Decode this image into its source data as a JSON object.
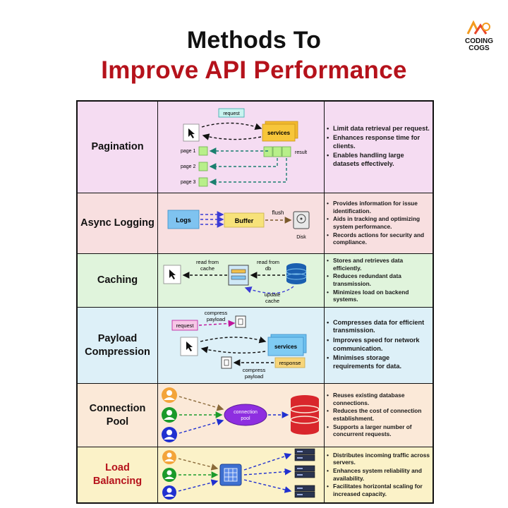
{
  "header": {
    "title_line1": "Methods To",
    "title_line2": "Improve API Performance",
    "brand_line1": "CODING",
    "brand_line2": "COGS"
  },
  "colors": {
    "title_accent": "#b5121b",
    "pagination_bg": "#f5dcf2",
    "async_logging_bg": "#f8dfe0",
    "caching_bg": "#e0f4dc",
    "payload_bg": "#ddf0f8",
    "connection_pool_bg": "#fbe9d8",
    "load_balancing_bg": "#fbf2c8"
  },
  "rows": [
    {
      "name": "Pagination",
      "bullets": [
        "Limit data retrieval per request.",
        "Enhances response time for clients.",
        "Enables handling large datasets effectively."
      ],
      "diagram": {
        "request": "request",
        "services": "services",
        "result": "result",
        "pages": [
          "page 1",
          "page 2",
          "page 3"
        ]
      }
    },
    {
      "name": "Async Logging",
      "bullets": [
        "Provides information for issue identification.",
        "Aids in tracking and optimizing system performance.",
        "Records actions for security and compliance."
      ],
      "diagram": {
        "logs": "Logs",
        "buffer": "Buffer",
        "flush": "flush",
        "disk": "Disk"
      }
    },
    {
      "name": "Caching",
      "bullets": [
        "Stores and retrieves data efficiently.",
        "Reduces redundant data transmission.",
        "Minimizes load on backend systems."
      ],
      "diagram": {
        "read_cache_1": "read from",
        "read_cache_2": "cache",
        "read_db_1": "read from",
        "read_db_2": "db",
        "update_1": "update",
        "update_2": "cache"
      }
    },
    {
      "name": "Payload Compression",
      "bullets": [
        "Compresses data for efficient transmission.",
        "Improves speed for network communication.",
        "Minimises storage requirements for data."
      ],
      "diagram": {
        "request": "request",
        "compress_top_1": "compress",
        "compress_top_2": "payload",
        "services": "services",
        "response": "response",
        "compress_bottom_1": "compress",
        "compress_bottom_2": "payload"
      }
    },
    {
      "name": "Connection Pool",
      "bullets": [
        "Reuses existing database connections.",
        "Reduces the cost of connection establishment.",
        "Supports a larger number of concurrent requests."
      ],
      "diagram": {
        "pool_1": "connection",
        "pool_2": "pool"
      }
    },
    {
      "name": "Load Balancing",
      "bullets": [
        "Distributes incoming traffic across servers.",
        "Enhances system reliability and availability.",
        "Facilitates horizontal scaling for increased capacity."
      ],
      "diagram": {}
    }
  ]
}
